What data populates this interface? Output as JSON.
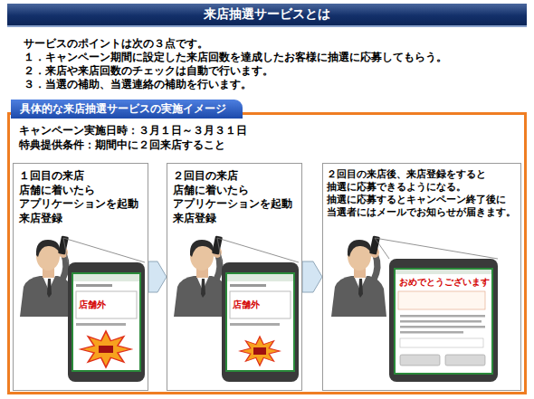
{
  "diagram": {
    "title": "来店抽選サービスとは",
    "nodes": [
      {
        "text": [
          "具体的な来店抽選サービスの実施イメージ",
          "キャンペーン実施日時：３月１日～３月３１日",
          "特典提供条件：期間中に２回来店すること"
        ]
      },
      {
        "text": [
          "１回目の来店 店舗に着いたら アプリケーションを起動 来店登録"
        ],
        "in": 0
      },
      {
        "text": [
          "２回目の来店 店舗に着いたら アプリケーションを起動 来店登録"
        ],
        "in": 0
      },
      {
        "text": [
          "２回目の来店後、来店登録をすると 抽選に応募できるようになる。 抽選に応募するとキャンペーン終了後に 当選者にはメールでお知らせが届きます。"
        ],
        "in": 0
      }
    ],
    "edges": [
      {
        "from": 1,
        "to": 2,
        "arrow": "to"
      },
      {
        "from": 2,
        "to": 3,
        "arrow": "to"
      }
    ],
    "labels": [
      "サービスのポイントは次の３点です。",
      "１．キャンペーン期間に設定した来店回数を達成したお客様に抽選に応募してもらう。",
      "２．来店や来店回数のチェックは自動で行います。",
      "３．当選の補助、当選連絡の補助を行います。",
      "店舗外",
      "店舗外",
      "おめでとうございます"
    ]
  }
}
